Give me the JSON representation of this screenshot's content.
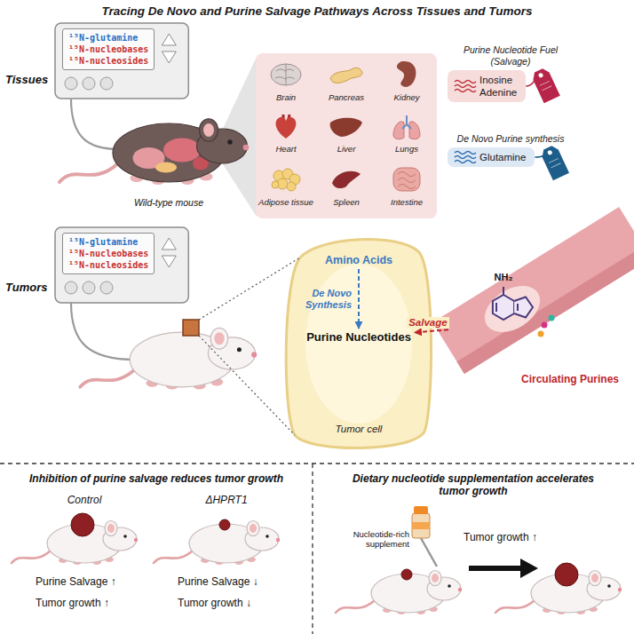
{
  "diagram": {
    "title": "Tracing De Novo and Purine Salvage Pathways Across Tissues and Tumors",
    "nodes": [
      {
        "text": [
          "¹⁵N-glutamine",
          "¹⁵N-nucleobases",
          "¹⁵N-nucleosides"
        ]
      },
      {
        "text": [
          "Brain",
          "Pancreas",
          "Kidney",
          "Heart",
          "Liver",
          "Lungs",
          "Adipose tissue",
          "Spleen",
          "Intestine"
        ]
      },
      {
        "text": [
          "Purine Nucleotide Fuel (Salvage)",
          "Inosine",
          "Adenine"
        ]
      },
      {
        "text": [
          "De Novo Purine synthesis",
          "Glutamine"
        ]
      },
      {
        "text": [
          "¹⁵N-glutamine",
          "¹⁵N-nucleobases",
          "¹⁵N-nucleosides"
        ]
      },
      {
        "text": [
          "Tumor cell"
        ]
      },
      {
        "text": [
          "Amino Acids"
        ],
        "in": 5
      },
      {
        "text": [
          "Purine Nucleotides"
        ],
        "in": 5
      },
      {
        "text": [
          "Circulating Purines"
        ]
      }
    ],
    "edges": [
      {
        "from": 6,
        "to": 7,
        "label": "De Novo Synthesis",
        "arrow": "to"
      },
      {
        "from": 8,
        "to": 7,
        "label": "Salvage",
        "arrow": "to"
      }
    ],
    "labels": [
      "Tissues",
      "Wild-type mouse",
      "Tumors",
      "NH₂",
      "Inhibition of purine salvage reduces tumor growth",
      "Control",
      "ΔHPRT1",
      "Purine Salvage ↑",
      "Tumor growth ↑",
      "Purine Salvage ↓",
      "Tumor growth ↓",
      "Dietary nucleotide supplementation accelerates tumor growth",
      "Nucleotide-rich supplement",
      "Tumor growth ↑"
    ]
  }
}
